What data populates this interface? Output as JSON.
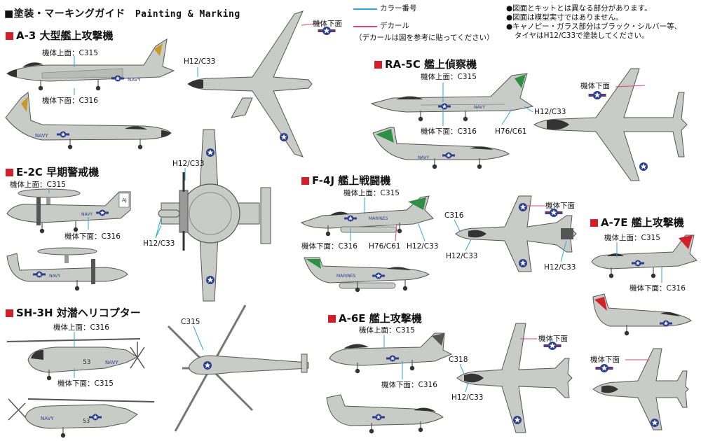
{
  "header": {
    "title": "■塗装・マーキングガイド",
    "title_en": "Painting & Marking"
  },
  "legend": {
    "color_number": "カラー番号",
    "decal": "デカール",
    "decal_note": "（デカールは図を参考に貼ってください）",
    "color_line": "#2ea6dc",
    "decal_line": "#e0457a"
  },
  "notes": [
    "●図面とキットとは異なる部分があります。",
    "●図面は模型実寸ではありません。",
    "●キャノピー・ガラス部分はブラック・シルバー等、",
    "タイヤはH12/C33で塗装してください。"
  ],
  "sections": {
    "a3": "A-3 大型艦上攻撃機",
    "ra5c": "RA-5C 艦上偵察機",
    "e2c": "E-2C 早期警戒機",
    "f4j": "F-4J 艦上戦闘機",
    "a7e": "A-7E 艦上攻撃機",
    "sh3h": "SH-3H 対潜ヘリコプター",
    "a6e": "A-6E 艦上攻撃機"
  },
  "labels": {
    "a3_top": "機体上面：C315",
    "a3_bottom": "機体下面：C316",
    "a3_under": "機体下面",
    "a3_canopy": "H12/C33",
    "ra5c_top": "機体上面：C315",
    "ra5c_bottom": "機体下面：C316",
    "ra5c_under": "機体下面",
    "ra5c_h12": "H12/C33",
    "ra5c_h76": "H76/C61",
    "e2c_top": "機体上面：C315",
    "e2c_bottom": "機体下面：C316",
    "e2c_prop_top": "H12/C33",
    "e2c_prop_left": "H12/C33",
    "f4j_top": "機体上面：C315",
    "f4j_bottom": "機体下面：C316",
    "f4j_h76": "H76/C61",
    "f4j_h12": "H12/C33",
    "f4j_c316": "C316",
    "f4j_under": "機体下面",
    "f4j_h12b": "H12/C33",
    "f4j_h12c": "H12/C33",
    "a7e_top": "機体上面：C315",
    "a7e_bottom": "機体下面：C316",
    "a7e_under": "機体下面",
    "sh3h_top": "機体上面：C316",
    "sh3h_bottom": "機体下面：C315",
    "sh3h_c315": "C315",
    "a6e_top": "機体上面：C315",
    "a6e_bottom": "機体下面：C316",
    "a6e_c318": "C318",
    "a6e_h12": "H12/C33",
    "a6e_under": "機体下面"
  },
  "markings": {
    "navy": "NAVY",
    "marines": "MARINES",
    "heli_number": "53"
  },
  "colors": {
    "section_square": "#d0202a",
    "aircraft_gray": "#c9cbc6",
    "aircraft_dark": "#6e706c",
    "insignia_blue": "#2b3f8c",
    "tail_green": "#2f8f45"
  }
}
